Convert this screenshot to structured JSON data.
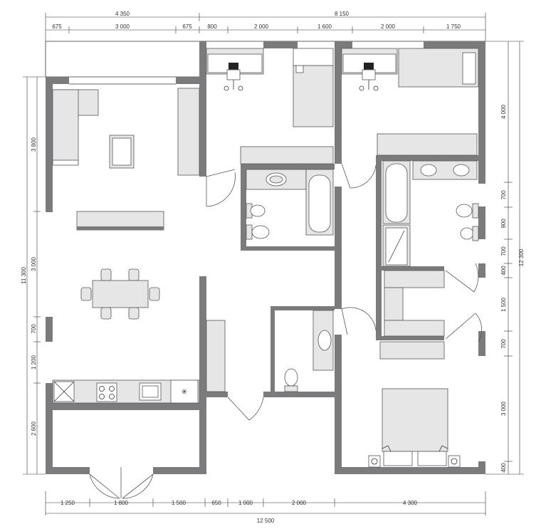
{
  "dims": {
    "top_outer_left": "4 350",
    "top_outer_right": "8 150",
    "top_inner": [
      "675",
      "3 000",
      "675",
      "800",
      "2 000",
      "1 600",
      "2 000",
      "1 750"
    ],
    "bottom_inner": [
      "1 250",
      "1 800",
      "1 500",
      "650",
      "1 000",
      "2 000",
      "4 300"
    ],
    "bottom_outer": "12 500",
    "left_outer": "11 300",
    "left_inner": [
      "3 800",
      "3 000",
      "700",
      "1 200",
      "2 600"
    ],
    "right_outer": "12 300",
    "right_inner": [
      "4 000",
      "700",
      "900",
      "700",
      "400",
      "1 500",
      "700",
      "3 000",
      "400"
    ]
  },
  "colors": {
    "wall": "#7b7b7d",
    "fixture": "#e6e6e6",
    "line": "#333333"
  }
}
